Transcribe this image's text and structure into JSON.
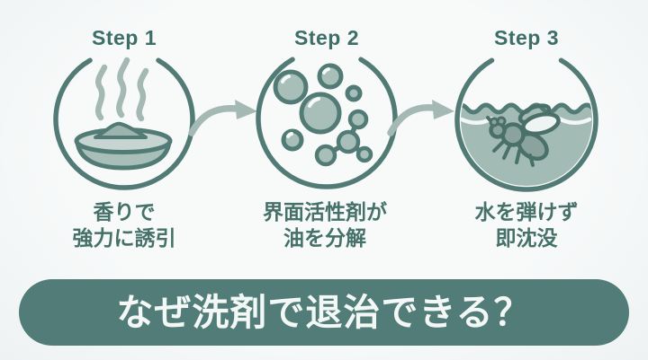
{
  "steps": [
    {
      "label": "Step 1",
      "icon": "incense-bowl-icon",
      "caption_line1": "香りで",
      "caption_line2": "強力に誘引"
    },
    {
      "label": "Step 2",
      "icon": "bubbles-molecule-icon",
      "caption_line1": "界面活性剤が",
      "caption_line2": "油を分解"
    },
    {
      "label": "Step 3",
      "icon": "sinking-fly-icon",
      "caption_line1": "水を弾けず",
      "caption_line2": "即沈没"
    }
  ],
  "banner": {
    "title": "なぜ洗剤で退治できる？"
  },
  "colors": {
    "outline_teal": "#537b76",
    "fill_light_teal": "#a7beb9",
    "fill_pale": "#c6d5d1",
    "arrow_gray_green": "#a5b9b4",
    "water_fill": "#a3bbb5",
    "banner_bg": "#527c78",
    "banner_text": "#f3f7f6",
    "label_text": "#3d6e67",
    "background": "#f3f6f7"
  }
}
